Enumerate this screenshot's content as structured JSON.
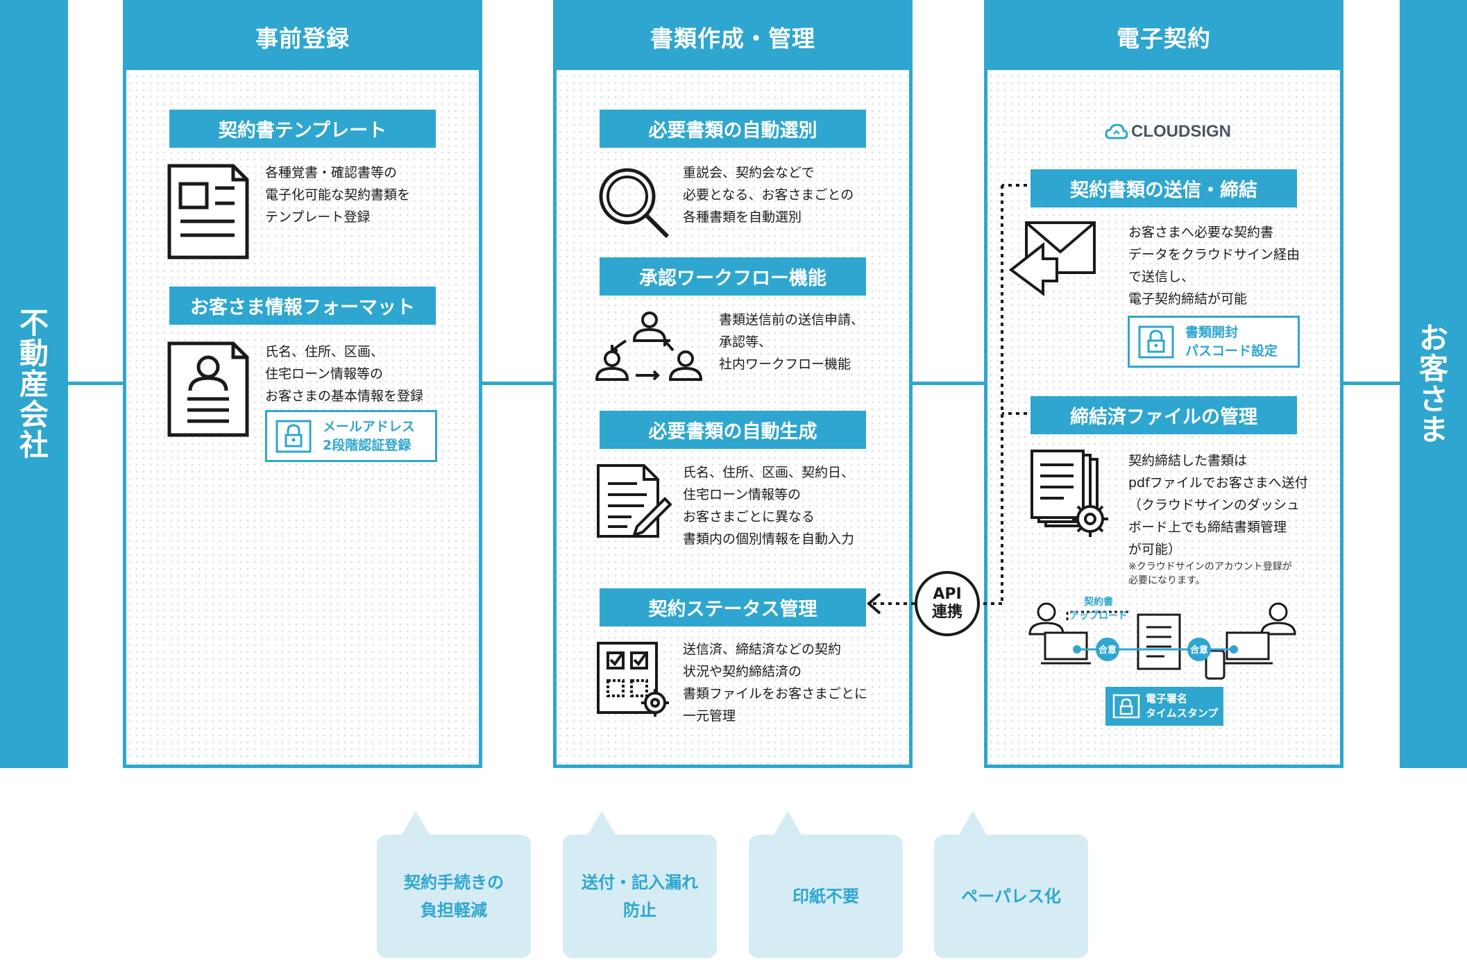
{
  "left_party": "不動産会社",
  "right_party": "お客さま",
  "columns": [
    {
      "title": "事前登録",
      "items": [
        {
          "label": "契約書テンプレート",
          "desc": "各種覚書・確認書等の\n電子化可能な契約書類を\nテンプレート登録"
        },
        {
          "label": "お客さま情報フォーマット",
          "desc": "氏名、住所、区画、\n住宅ローン情報等の\nお客さまの基本情報を登録",
          "lock": "メールアドレス\n2段階認証登録"
        }
      ]
    },
    {
      "title": "書類作成・管理",
      "items": [
        {
          "label": "必要書類の自動選別",
          "desc": "重説会、契約会などで\n必要となる、お客さまごとの\n各種書類を自動選別"
        },
        {
          "label": "承認ワークフロー機能",
          "desc": "書類送信前の送信申請、\n承認等、\n社内ワークフロー機能"
        },
        {
          "label": "必要書類の自動生成",
          "desc": "氏名、住所、区画、契約日、\n住宅ローン情報等の\nお客さまごとに異なる\n書類内の個別情報を自動入力"
        },
        {
          "label": "契約ステータス管理",
          "desc": "送信済、締結済などの契約\n状況や契約締結済の\n書類ファイルをお客さまごとに\n一元管理"
        }
      ]
    },
    {
      "title": "電子契約",
      "brand": "CLOUDSIGN",
      "items": [
        {
          "label": "契約書類の送信・締結",
          "desc": "お客さまへ必要な契約書\nデータをクラウドサイン経由\nで送信し、\n電子契約締結が可能",
          "lock": "書類開封\nパスコード設定"
        },
        {
          "label": "締結済ファイルの管理",
          "desc": "契約締結した書類は\npdfファイルでお客さまへ送付\n（クラウドサインのダッシュ\nボード上でも締結書類管理\nが可能）",
          "note": "※クラウドサインのアカウント登録が\n必要になります。"
        }
      ],
      "flow": {
        "upload_label": "契約書\nアップロード",
        "agree_left": "合意",
        "agree_right": "合意",
        "stamp_label": "電子署名\nタイムスタンプ"
      }
    }
  ],
  "api_label": "API\n連携",
  "benefits": [
    "契約手続きの\n負担軽減",
    "送付・記入漏れ\n防止",
    "印紙不要",
    "ペーパレス化"
  ],
  "colors": {
    "accent": "#2ea6cf",
    "bubble_bg": "#d5ecf4",
    "ink": "#1a1a1a"
  }
}
